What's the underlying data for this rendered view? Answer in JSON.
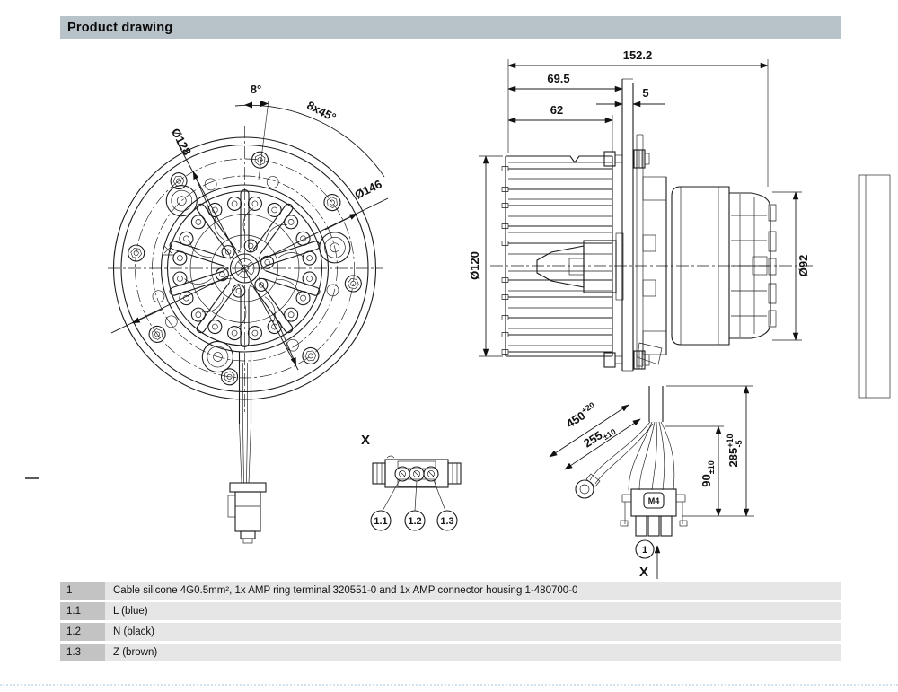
{
  "header": {
    "title": "Product drawing"
  },
  "front_view": {
    "dim_angle": "8°",
    "dim_pattern": "8x45°",
    "dim_bolt_circle": "Ø128",
    "dim_outer": "Ø146",
    "view_label": "X"
  },
  "side_view": {
    "dim_overall": "152.2",
    "dim_to_flange": "69.5",
    "dim_flange_thk": "5",
    "dim_wheel_w": "62",
    "dim_wheel_dia": "Ø120",
    "dim_motor_dia": "Ø92",
    "cable_len": "450",
    "cable_len_tol": "+20",
    "lead_len": "255",
    "lead_len_tol": "±10",
    "conn_h": "90",
    "conn_h_tol": "±10",
    "total_h": "285",
    "total_h_tol_up": "+10",
    "total_h_tol_dn": "-5",
    "thread_label": "M4",
    "callout": "1",
    "view_label": "X"
  },
  "detail_view": {
    "label": "X",
    "callout_1": "1.1",
    "callout_2": "1.2",
    "callout_3": "1.3"
  },
  "table": {
    "rows": [
      {
        "id": "1",
        "desc": "Cable silicone 4G0.5mm², 1x AMP ring terminal 320551-0 and 1x AMP connector housing 1-480700-0"
      },
      {
        "id": "1.1",
        "desc": "L (blue)"
      },
      {
        "id": "1.2",
        "desc": "N (black)"
      },
      {
        "id": "1.3",
        "desc": "Z (brown)"
      }
    ]
  },
  "colors": {
    "header_bg": "#b7c2c9",
    "row_id_bg": "#c3c3c3",
    "row_desc_bg": "#e6e6e6",
    "line": "#1b1b1b"
  }
}
